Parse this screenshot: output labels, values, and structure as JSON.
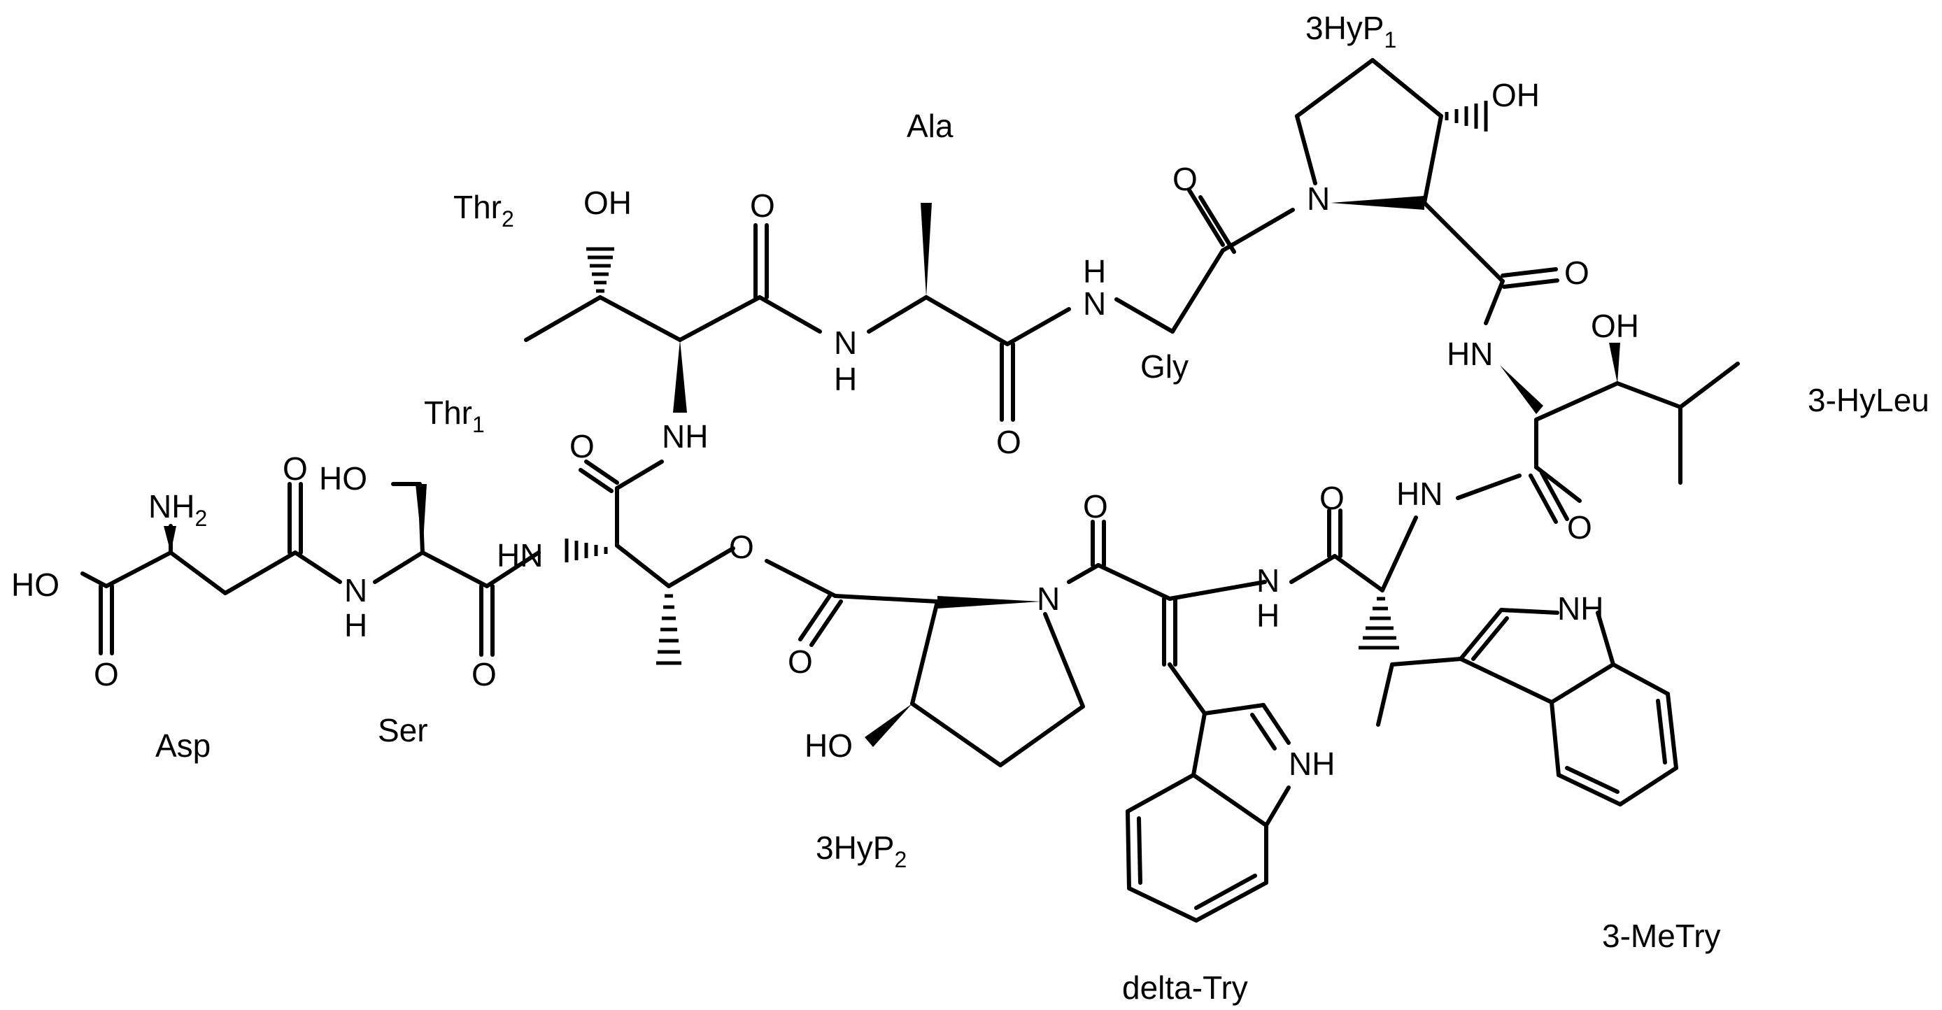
{
  "residue_labels": {
    "ala": "Ala",
    "thr2": {
      "base": "Thr",
      "sub": "2"
    },
    "thr1": {
      "base": "Thr",
      "sub": "1"
    },
    "gly": "Gly",
    "hyp1": {
      "base": "3HyP",
      "sub": "1"
    },
    "hyp2": {
      "base": "3HyP",
      "sub": "2"
    },
    "hyleu": "3-HyLeu",
    "metry": "3-MeTry",
    "deltatry": "delta-Try",
    "asp": "Asp",
    "ser": "Ser"
  },
  "atom_labels": {
    "oh": "OH",
    "ho": "HO",
    "o": "O",
    "n": "N",
    "h": "H",
    "hn": "HN",
    "nh": "NH",
    "nh2": {
      "base": "NH",
      "sub": "2"
    }
  }
}
